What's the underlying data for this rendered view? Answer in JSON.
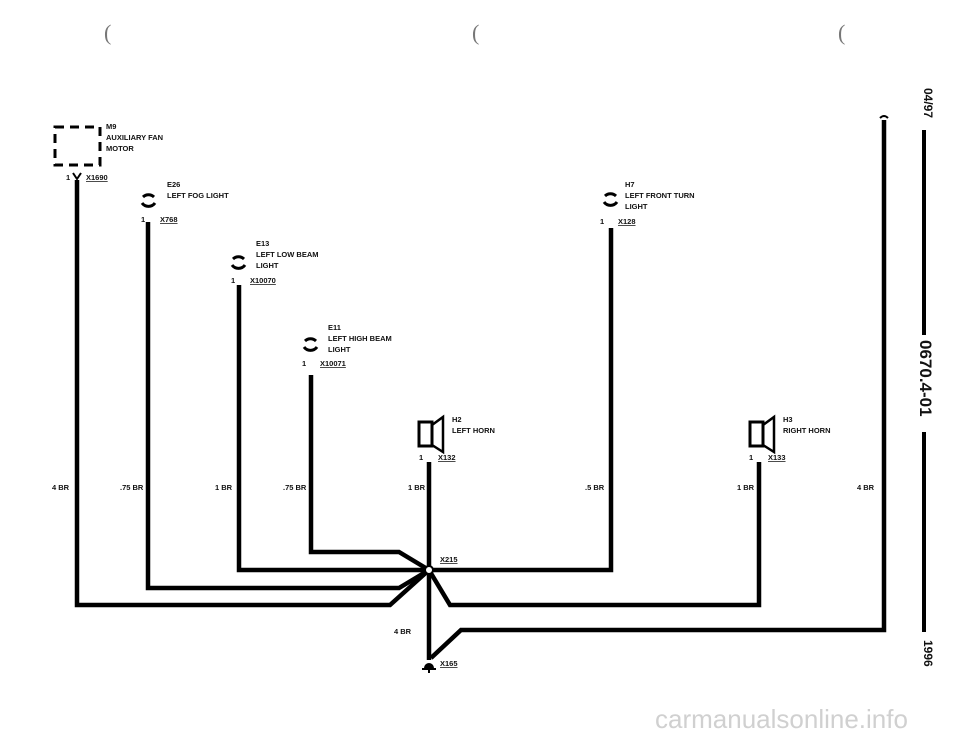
{
  "components": {
    "m9": {
      "id": "M9",
      "line1": "AUXILIARY FAN",
      "line2": "MOTOR",
      "pin": "1",
      "connector": "X1690"
    },
    "e26": {
      "id": "E26",
      "line1": "LEFT FOG LIGHT",
      "pin": "1",
      "connector": "X768"
    },
    "e13": {
      "id": "E13",
      "line1": "LEFT LOW BEAM",
      "line2": "LIGHT",
      "pin": "1",
      "connector": "X10070"
    },
    "e11": {
      "id": "E11",
      "line1": "LEFT HIGH BEAM",
      "line2": "LIGHT",
      "pin": "1",
      "connector": "X10071"
    },
    "h7": {
      "id": "H7",
      "line1": "LEFT FRONT TURN",
      "line2": "LIGHT",
      "pin": "1",
      "connector": "X128"
    },
    "h2": {
      "id": "H2",
      "line1": "LEFT HORN",
      "pin": "1",
      "connector": "X132"
    },
    "h3": {
      "id": "H3",
      "line1": "RIGHT HORN",
      "pin": "1",
      "connector": "X133"
    }
  },
  "wires": [
    "4 BR",
    ".75 BR",
    "1 BR",
    ".75 BR",
    "1 BR",
    ".5 BR",
    "1 BR",
    "4 BR"
  ],
  "ground_wire": "4 BR",
  "splice": "X215",
  "ground": "X165",
  "sidebar": {
    "date": "04/97",
    "code": "0670.4-01",
    "year": "1996"
  },
  "parens": [
    "(",
    "(",
    "("
  ],
  "watermark": "carmanualsonline.info"
}
